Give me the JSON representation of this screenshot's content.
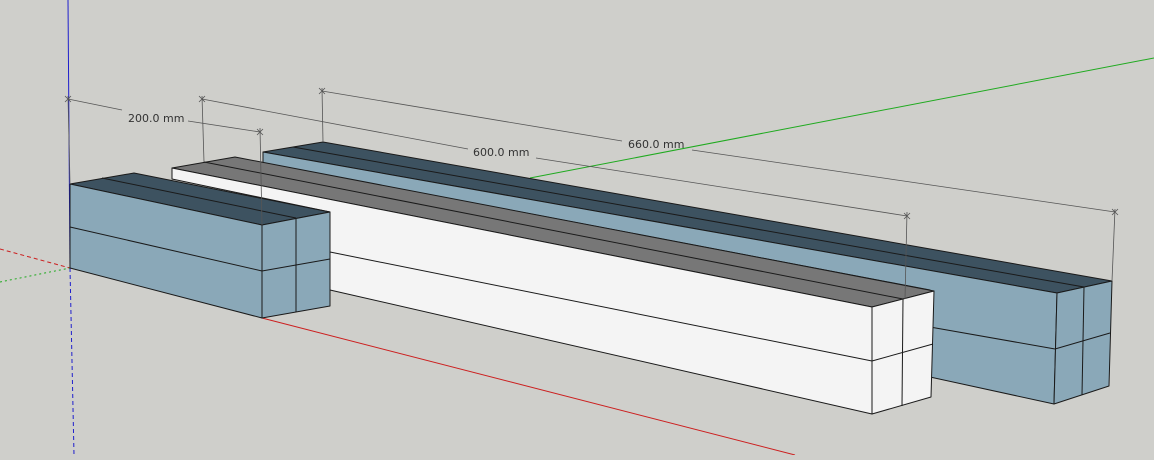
{
  "dimensions": [
    {
      "label": "200.0 mm"
    },
    {
      "label": "600.0 mm"
    },
    {
      "label": "660.0 mm"
    }
  ],
  "colors": {
    "background": "#cfcfcb",
    "blue_face_side": "#8aa8b8",
    "blue_face_top": "#3d5260",
    "white_face": "#f4f4f4",
    "white_face_top": "#777777",
    "axis_red": "#cc1f1f",
    "axis_green": "#1faa1f",
    "axis_blue": "#1f1fcc"
  }
}
